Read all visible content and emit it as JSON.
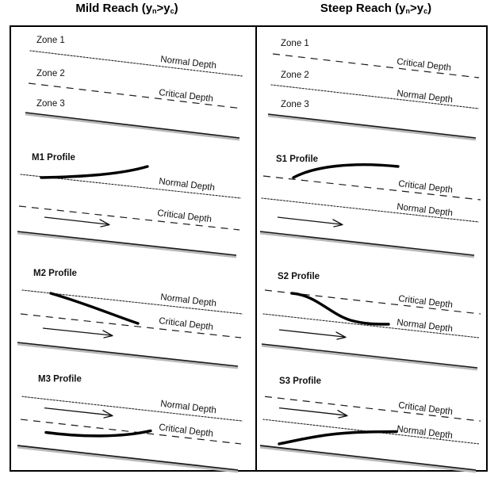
{
  "figure": {
    "columns": [
      {
        "id": "mild",
        "title_main": "Mild Reach (y",
        "title_sub1": "n",
        "title_mid": ">y",
        "title_sub2": "c",
        "title_end": ")",
        "title_full": "Mild Reach (yn>yc)"
      },
      {
        "id": "steep",
        "title_main": "Steep Reach (y",
        "title_sub1": "n",
        "title_mid": ">y",
        "title_sub2": "c",
        "title_end": ")",
        "title_full": "Steep Reach (yn>yc)"
      }
    ],
    "labels": {
      "normal_depth": "Normal Depth",
      "critical_depth": "Critical Depth",
      "zone1": "Zone 1",
      "zone2": "Zone 2",
      "zone3": "Zone 3"
    },
    "panels": {
      "mild": [
        {
          "name": "zones",
          "label": "",
          "zone_labels": [
            "Zone 1",
            "Zone 2",
            "Zone 3"
          ],
          "upper_line": "Normal Depth",
          "lower_line": "Critical Depth",
          "has_arrow": false
        },
        {
          "name": "m1",
          "label": "M1 Profile",
          "zone": 1,
          "upper_line": "Normal Depth",
          "lower_line": "Critical Depth",
          "has_arrow": true
        },
        {
          "name": "m2",
          "label": "M2 Profile",
          "zone": 2,
          "upper_line": "Normal Depth",
          "lower_line": "Critical Depth",
          "has_arrow": true
        },
        {
          "name": "m3",
          "label": "M3 Profile",
          "zone": 3,
          "upper_line": "Normal Depth",
          "lower_line": "Critical Depth",
          "has_arrow": true
        }
      ],
      "steep": [
        {
          "name": "zones",
          "label": "",
          "zone_labels": [
            "Zone 1",
            "Zone 2",
            "Zone 3"
          ],
          "upper_line": "Critical Depth",
          "lower_line": "Normal Depth",
          "has_arrow": false
        },
        {
          "name": "s1",
          "label": "S1 Profile",
          "zone": 1,
          "upper_line": "Critical Depth",
          "lower_line": "Normal Depth",
          "has_arrow": true
        },
        {
          "name": "s2",
          "label": "S2 Profile",
          "zone": 2,
          "upper_line": "Critical Depth",
          "lower_line": "Normal Depth",
          "has_arrow": true
        },
        {
          "name": "s3",
          "label": "S3 Profile",
          "zone": 3,
          "upper_line": "Critical Depth",
          "lower_line": "Normal Depth",
          "has_arrow": true
        }
      ]
    },
    "colors": {
      "line": "#1a1a1a",
      "shadow": "#b9b9b9",
      "curve": "#000000",
      "background": "#ffffff",
      "border": "#000000"
    }
  }
}
